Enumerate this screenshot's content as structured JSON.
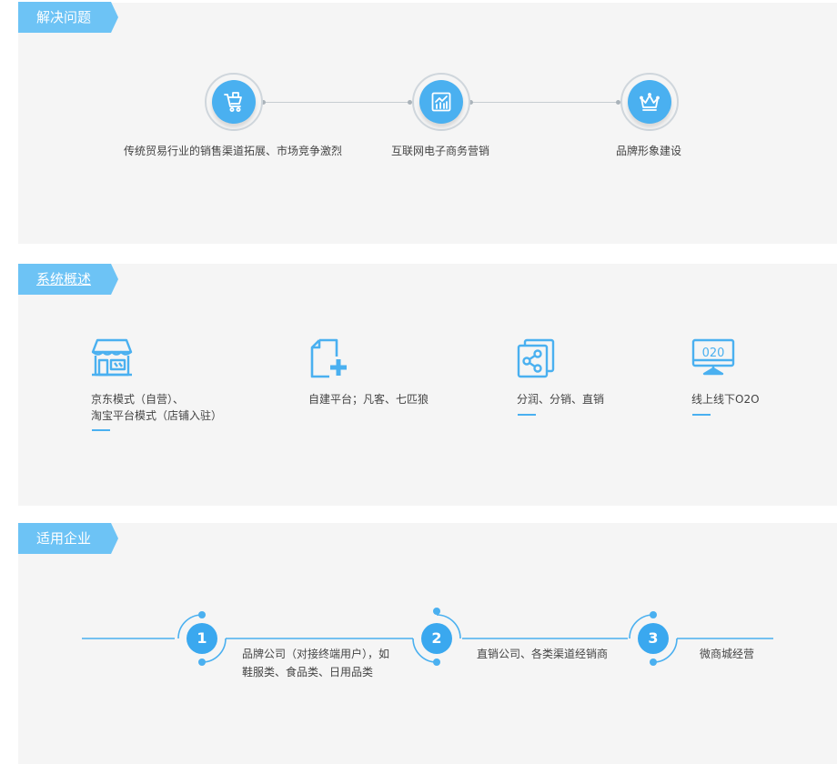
{
  "colors": {
    "accent": "#4ab0f0",
    "tag": "#6dc3f5",
    "panel": "#f5f5f5"
  },
  "sections": {
    "problems": {
      "title": "解决问题",
      "items": [
        {
          "icon": "cart-icon",
          "label": "传统贸易行业的销售渠道拓展、市场竞争激烈"
        },
        {
          "icon": "chart-icon",
          "label": "互联网电子商务营销"
        },
        {
          "icon": "crown-icon",
          "label": "品牌形象建设"
        }
      ]
    },
    "overview": {
      "title": "系统概述",
      "items": [
        {
          "icon": "storefront-icon",
          "line1": "京东模式（自营）、",
          "line2": "淘宝平台模式（店铺入驻）"
        },
        {
          "icon": "add-document-icon",
          "line1": "自建平台；凡客、七匹狼",
          "line2": ""
        },
        {
          "icon": "share-icon",
          "line1": "分润、分销、直销",
          "line2": ""
        },
        {
          "icon": "monitor-o2o-icon",
          "line1": "线上线下O2O",
          "line2": ""
        }
      ]
    },
    "enterprises": {
      "title": "适用企业",
      "items": [
        {
          "number": "1",
          "line1": "品牌公司（对接终端用户），如",
          "line2": "鞋服类、食品类、日用品类"
        },
        {
          "number": "2",
          "line1": "直销公司、各类渠道经销商",
          "line2": ""
        },
        {
          "number": "3",
          "line1": "微商城经营",
          "line2": ""
        }
      ]
    }
  }
}
